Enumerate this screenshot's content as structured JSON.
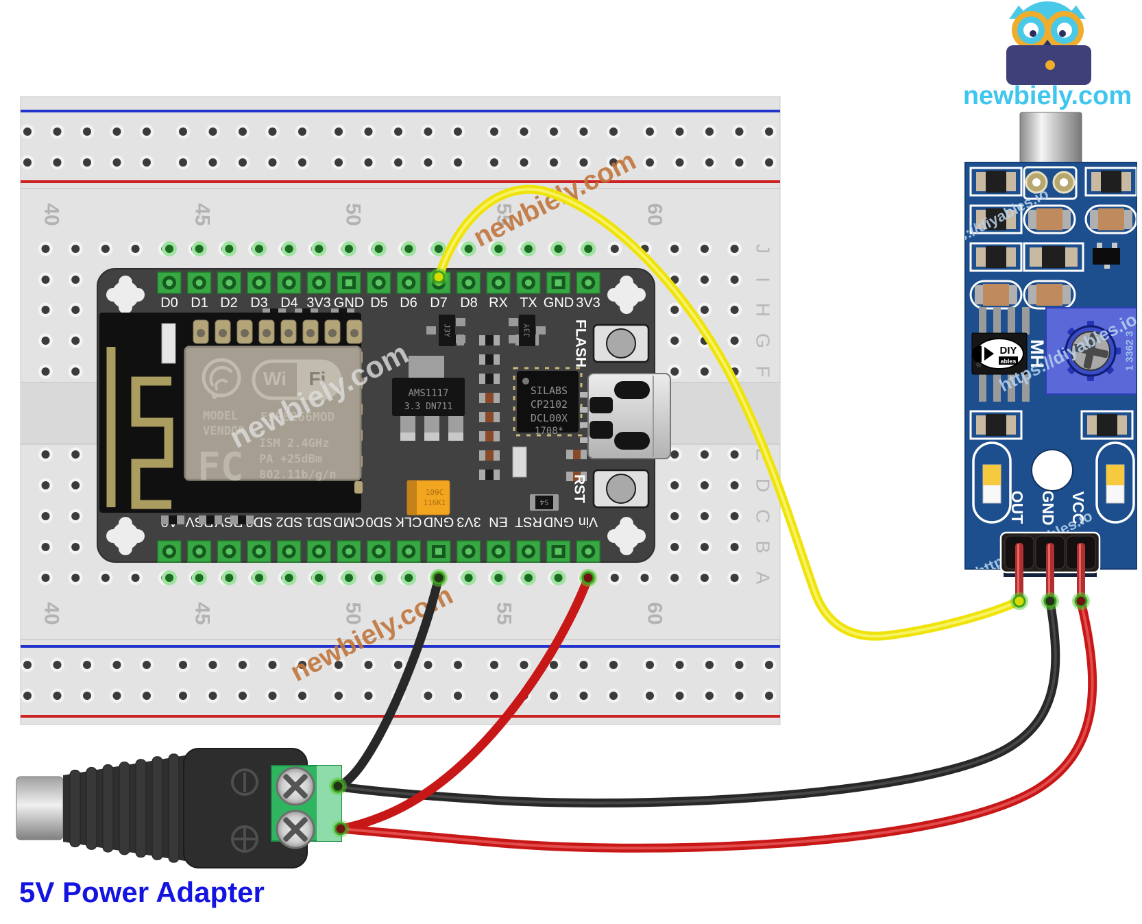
{
  "logo": {
    "brand": "newbiely.com"
  },
  "watermarks": {
    "newbiely": "newbiely.com",
    "diyables": "https://diyables.io"
  },
  "breadboard": {
    "column_numbers": [
      "40",
      "45",
      "50",
      "55",
      "60"
    ],
    "row_letters_top": [
      "J",
      "I",
      "H",
      "G",
      "F"
    ],
    "row_letters_bottom": [
      "E",
      "D",
      "C",
      "B",
      "A"
    ]
  },
  "nodemcu": {
    "top_pins": [
      "D0",
      "D1",
      "D2",
      "D3",
      "D4",
      "3V3",
      "GND",
      "D5",
      "D6",
      "D7",
      "D8",
      "RX",
      "TX",
      "GND",
      "3V3"
    ],
    "bottom_pins": [
      "A0",
      "RSV",
      "RSV",
      "SD3",
      "SD2",
      "SD1",
      "CMD",
      "SD0",
      "CLK",
      "GND",
      "3V3",
      "EN",
      "RST",
      "GND",
      "Vin"
    ],
    "shield": {
      "wifi_left": "Wi",
      "wifi_right": "Fi",
      "model": "MODEL",
      "vendor": "VENDOR",
      "fcc": "FC",
      "module": "ESP8266MOD",
      "ism": "ISM 2.4GHz",
      "pa": "PA +25dBm",
      "standard": "802.11b/g/n"
    },
    "regulator": {
      "line1": "AMS1117",
      "line2": "3.3  DN711"
    },
    "usb_chip": {
      "line1": "SILABS",
      "line2": "CP2102",
      "line3": "DCL00X",
      "line4": "1708*"
    },
    "buttons": {
      "flash": "FLASH",
      "reset": "RST"
    },
    "capacitor": {
      "line1": "109C",
      "line2": "116K1"
    },
    "s4_label": "S4",
    "transistor_label": "J3Y"
  },
  "sensor": {
    "chip": {
      "diy": "DIY",
      "ables": "ables"
    },
    "chip_label": "MH",
    "pot_label": "1 3362 3",
    "pins": [
      "OUT",
      "GND",
      "VCC"
    ]
  },
  "power": {
    "label": "5V Power Adapter"
  },
  "connections": [
    {
      "from": "NodeMCU D7",
      "to": "Sensor OUT",
      "wire_color": "#efe30b"
    },
    {
      "from": "NodeMCU GND",
      "to": "Adapter terminal -",
      "wire_color": "#282828"
    },
    {
      "from": "NodeMCU Vin",
      "to": "Adapter terminal +",
      "wire_color": "#c81717"
    },
    {
      "from": "Sensor GND",
      "to": "Adapter terminal -",
      "wire_color": "#282828"
    },
    {
      "from": "Sensor VCC",
      "to": "Adapter terminal +",
      "wire_color": "#c81717"
    }
  ],
  "colors": {
    "sensor_pcb": "#1d4f8e",
    "nodemcu_board": "#414141",
    "pin_pad_green": "#38a844",
    "terminal_green": "#2fb45f",
    "brand_cyan": "#3fc6ee",
    "label_blue": "#1414e0",
    "watermark_orange": "#c0763c"
  }
}
